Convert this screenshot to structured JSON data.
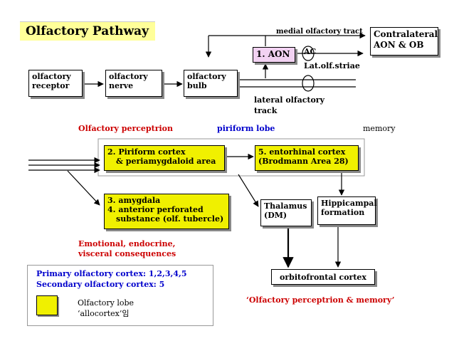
{
  "title": "Olfactory Pathway",
  "boxes": {
    "receptor": {
      "l1": "olfactory",
      "l2": "receptor"
    },
    "nerve": {
      "l1": "olfactory",
      "l2": "nerve"
    },
    "bulb": {
      "l1": "olfactory",
      "l2": "bulb"
    },
    "aon": "1. AON",
    "contralateral": {
      "l1": "Contralateral",
      "l2": "AON & OB"
    },
    "piriform": {
      "l1": "2. Piriform cortex",
      "l2": "& periamygdaloid area"
    },
    "entorhinal": {
      "l1": "5. entorhinal cortex",
      "l2": "(Brodmann Area 28)"
    },
    "amygdala": {
      "l1": "3. amygdala",
      "l2": "4. anterior perforated",
      "l3": "substance (olf. tubercle)"
    },
    "thalamus": {
      "l1": "Thalamus",
      "l2": "(DM)"
    },
    "hippocampal": {
      "l1": "Hippicampal",
      "l2": "formation"
    },
    "orbitofrontal": "orbitofrontal cortex"
  },
  "labels": {
    "medial_tract": "medial olfactory tract",
    "ac": "AC",
    "lat_striae": "Lat.olf.striae",
    "lateral_track_l1": "lateral olfactory",
    "lateral_track_l2": "track",
    "olf_perception": "Olfactory perceptrion",
    "piriform_lobe": "piriform lobe",
    "memory": "memory",
    "emotional_l1": "Emotional, endocrine,",
    "emotional_l2": "visceral consequences",
    "perception_memory": "‘Olfactory perceptrion & memory’"
  },
  "legend": {
    "primary": "Primary olfactory cortex: 1,2,3,4,5",
    "secondary": "Secondary olfactory cortex: 5",
    "lobe_l1": "Olfactory lobe",
    "lobe_l2": "‘allocortex’임"
  },
  "colors": {
    "yellow": "#f0f000",
    "pink": "#f2d2f2",
    "red": "#cc0000",
    "blue": "#0000cc"
  }
}
